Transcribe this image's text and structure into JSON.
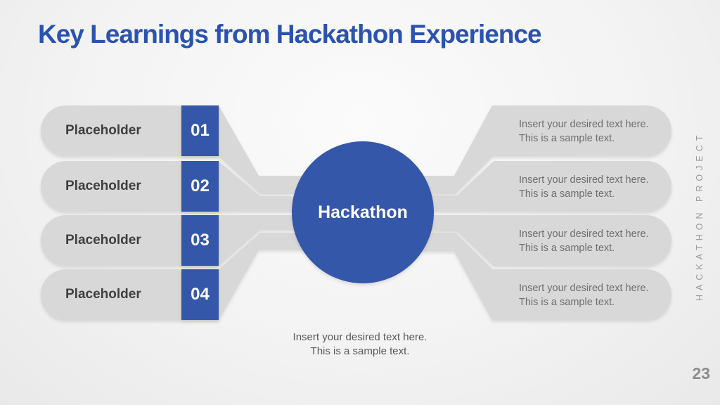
{
  "slide": {
    "title": "Key Learnings from Hackathon Experience",
    "page_number": "23",
    "side_label": "HACKATHON PROJECT",
    "caption_line1": "Insert your desired text here.",
    "caption_line2": "This is a sample text."
  },
  "diagram": {
    "center_label": "Hackathon",
    "rows": [
      {
        "label": "Placeholder",
        "number": "01",
        "desc_line1": "Insert your desired text here.",
        "desc_line2": "This is a sample text."
      },
      {
        "label": "Placeholder",
        "number": "02",
        "desc_line1": "Insert your desired text here.",
        "desc_line2": "This is a sample text."
      },
      {
        "label": "Placeholder",
        "number": "03",
        "desc_line1": "Insert your desired text here.",
        "desc_line2": "This is a sample text."
      },
      {
        "label": "Placeholder",
        "number": "04",
        "desc_line1": "Insert your desired text here.",
        "desc_line2": "This is a sample text."
      }
    ],
    "colors": {
      "accent_blue": "#3557aa",
      "shape_gray": "#d8d8d8",
      "title_blue": "#2b52b0"
    }
  }
}
